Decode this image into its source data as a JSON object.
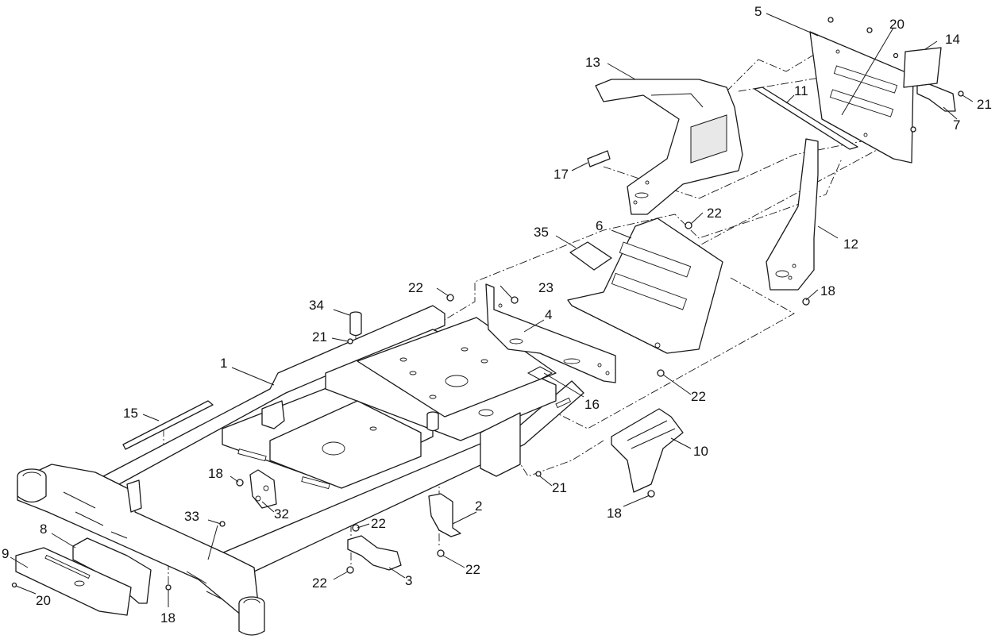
{
  "callouts": {
    "c1": "1",
    "c2": "2",
    "c3": "3",
    "c4": "4",
    "c5": "5",
    "c6": "6",
    "c7": "7",
    "c8": "8",
    "c9": "9",
    "c10": "10",
    "c11": "11",
    "c12": "12",
    "c13": "13",
    "c14": "14",
    "c15": "15",
    "c16": "16",
    "c17": "17",
    "c18a": "18",
    "c18b": "18",
    "c18c": "18",
    "c18d": "18",
    "c20a": "20",
    "c20b": "20",
    "c21a": "21",
    "c21b": "21",
    "c21c": "21",
    "c22a": "22",
    "c22b": "22",
    "c22c": "22",
    "c22d": "22",
    "c22e": "22",
    "c22f": "22",
    "c23": "23",
    "c32": "32",
    "c33": "33",
    "c34": "34",
    "c35": "35"
  }
}
